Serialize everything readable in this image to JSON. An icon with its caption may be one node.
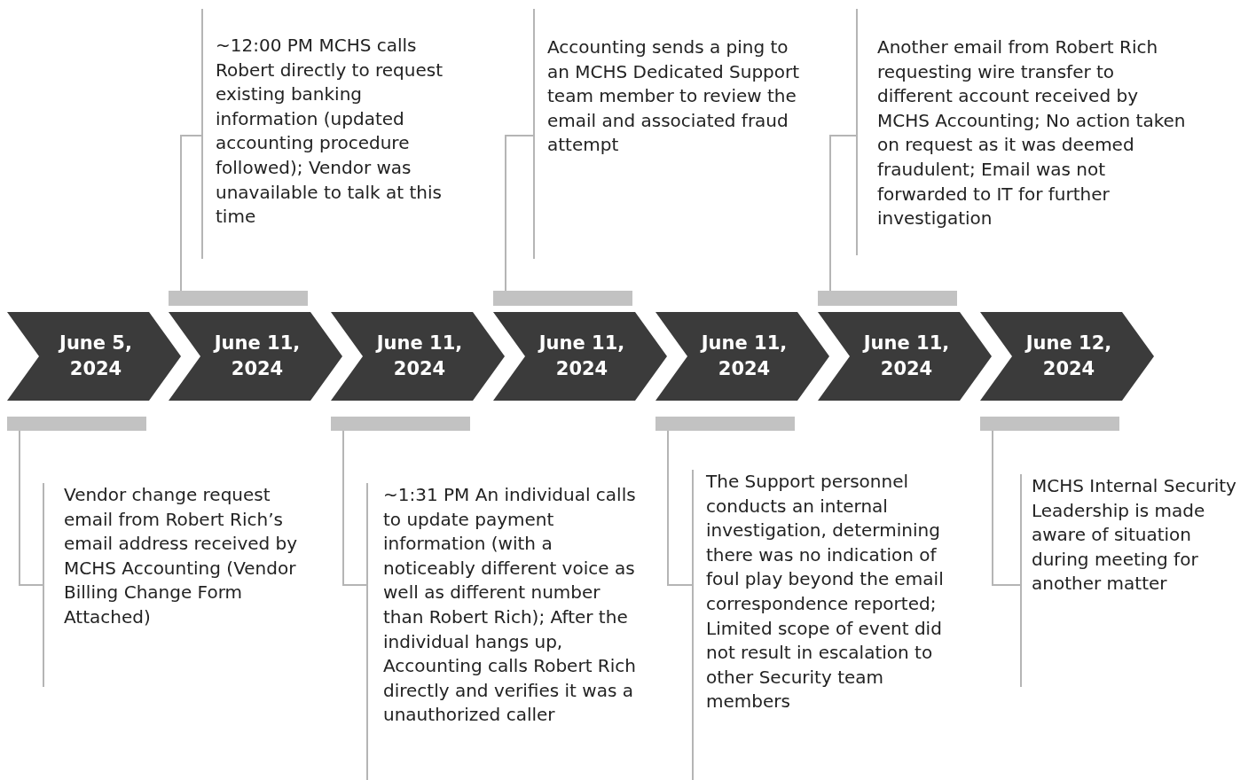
{
  "diagram": {
    "nodes": [
      {
        "text": [
          "June 5, 2024"
        ]
      },
      {
        "text": [
          "June 11, 2024"
        ]
      },
      {
        "text": [
          "June 11, 2024"
        ]
      },
      {
        "text": [
          "June 11, 2024"
        ]
      },
      {
        "text": [
          "June 11, 2024"
        ]
      },
      {
        "text": [
          "June 11, 2024"
        ]
      },
      {
        "text": [
          "June 12, 2024"
        ]
      },
      {
        "text": [],
        "shape": "bar"
      },
      {
        "text": [],
        "shape": "bar"
      },
      {
        "text": [],
        "shape": "bar"
      },
      {
        "text": [],
        "shape": "bar"
      },
      {
        "text": [],
        "shape": "bar"
      },
      {
        "text": [],
        "shape": "bar"
      },
      {
        "text": [],
        "shape": "bar"
      },
      {
        "text": [
          "Vendor change request email from Robert Rich’s email address received by MCHS Accounting (Vendor Billing Change Form Attached)"
        ]
      },
      {
        "text": [
          "~12:00 PM MCHS calls Robert directly to request existing banking information (updated accounting procedure followed); Vendor was unavailable to talk at this time"
        ]
      },
      {
        "text": [
          "~1:31 PM An individual calls to update payment information (with a noticeably different voice as well as different number than Robert Rich); After the individual hangs up, Accounting calls Robert Rich directly and verifies it was a unauthorized caller"
        ]
      },
      {
        "text": [
          "Accounting sends a ping to an MCHS Dedicated Support team member to review the email and associated fraud attempt"
        ]
      },
      {
        "text": [
          "The Support personnel conducts an internal investigation, determining there was no indication of foul play beyond the email correspondence reported; Limited scope of event did not result in escalation to other Security team members"
        ]
      },
      {
        "text": [
          "Another email from Robert Rich requesting wire transfer to different account received by MCHS Accounting; No action taken on request as it was deemed fraudulent; Email was not forwarded to IT for further investigation"
        ]
      },
      {
        "text": [
          "MCHS Internal Security Leadership is made aware of situation during meeting for another matter"
        ]
      }
    ],
    "edges": [
      {
        "from": 7,
        "to": 14,
        "arrow": "none"
      },
      {
        "from": 8,
        "to": 15,
        "arrow": "none"
      },
      {
        "from": 9,
        "to": 16,
        "arrow": "none"
      },
      {
        "from": 10,
        "to": 17,
        "arrow": "none"
      },
      {
        "from": 11,
        "to": 18,
        "arrow": "none"
      },
      {
        "from": 12,
        "to": 19,
        "arrow": "none"
      },
      {
        "from": 13,
        "to": 20,
        "arrow": "none"
      }
    ]
  }
}
